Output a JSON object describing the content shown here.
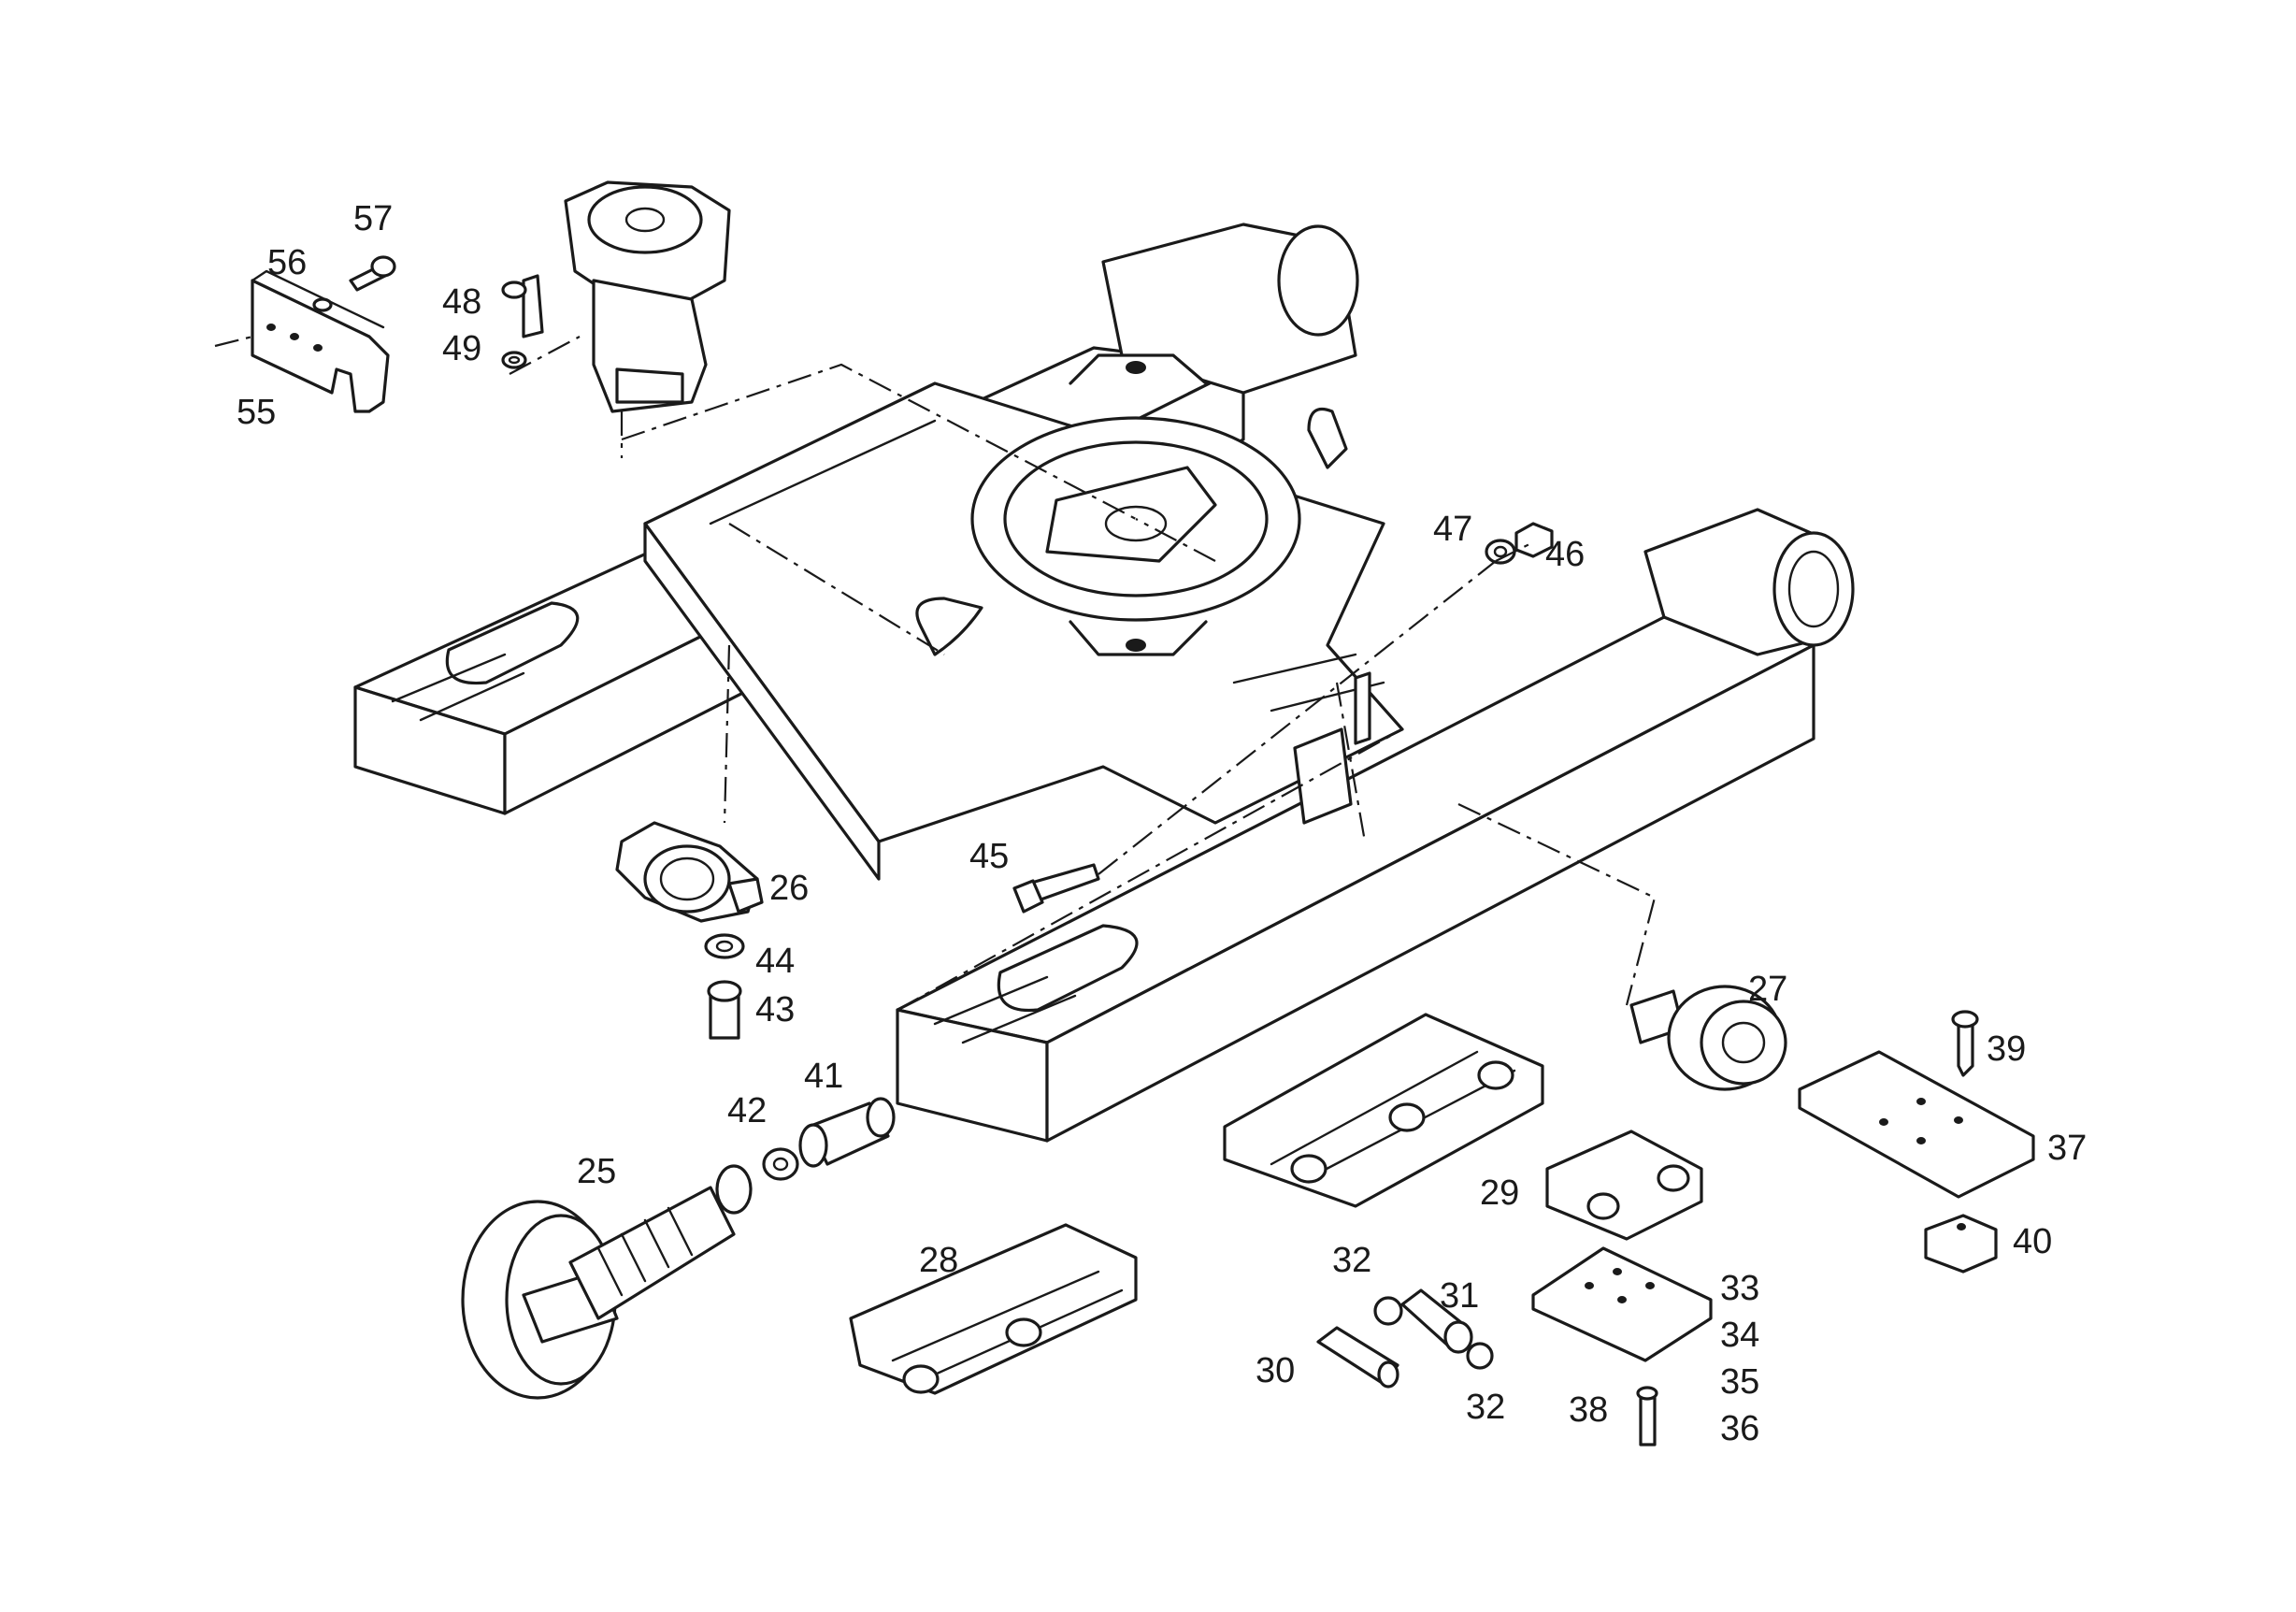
{
  "callouts": {
    "c25": "25",
    "c26": "26",
    "c27": "27",
    "c28": "28",
    "c29": "29",
    "c30": "30",
    "c31": "31",
    "c32a": "32",
    "c32b": "32",
    "c33": "33",
    "c34": "34",
    "c35": "35",
    "c36": "36",
    "c37": "37",
    "c38": "38",
    "c39": "39",
    "c40": "40",
    "c41": "41",
    "c42": "42",
    "c43": "43",
    "c44": "44",
    "c45": "45",
    "c46": "46",
    "c47": "47",
    "c48": "48",
    "c49": "49",
    "c55": "55",
    "c56": "56",
    "c57": "57"
  },
  "icons": {
    "frame": "undercarriage-frame-icon",
    "final_drive": "final-drive-motor-icon",
    "idler": "idler-wheel-icon",
    "track_chain": "track-chain-icon",
    "roller": "track-roller-icon"
  },
  "colors": {
    "ink": "#1a1a1a",
    "paper": "#ffffff"
  }
}
